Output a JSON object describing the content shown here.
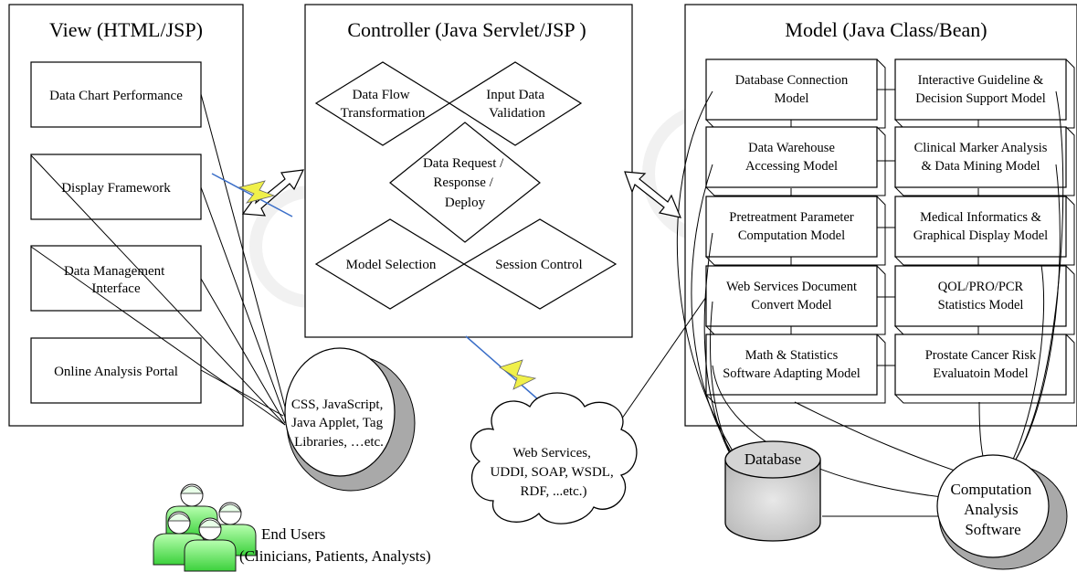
{
  "view_panel": {
    "title": "View (HTML/JSP)",
    "items": [
      {
        "label_lines": [
          "Data Chart Performance"
        ]
      },
      {
        "label_lines": [
          "Display Framework"
        ]
      },
      {
        "label_lines": [
          "Data Management",
          "Interface"
        ]
      },
      {
        "label_lines": [
          "Online Analysis Portal"
        ]
      }
    ]
  },
  "controller_panel": {
    "title": "Controller (Java Servlet/JSP )",
    "items": [
      {
        "label_lines": [
          "Data Flow",
          "Transformation"
        ]
      },
      {
        "label_lines": [
          "Input Data",
          "Validation"
        ]
      },
      {
        "label_lines": [
          "Data Request /",
          "Response /",
          "Deploy"
        ]
      },
      {
        "label_lines": [
          "Model Selection"
        ]
      },
      {
        "label_lines": [
          "Session Control"
        ]
      }
    ]
  },
  "model_panel": {
    "title": "Model (Java Class/Bean)",
    "items": [
      {
        "label_lines": [
          "Database Connection",
          "Model"
        ]
      },
      {
        "label_lines": [
          "Interactive Guideline &",
          "Decision Support Model"
        ]
      },
      {
        "label_lines": [
          "Data Warehouse",
          "Accessing Model"
        ]
      },
      {
        "label_lines": [
          "Clinical Marker Analysis",
          "& Data Mining Model"
        ]
      },
      {
        "label_lines": [
          "Pretreatment Parameter",
          "Computation Model"
        ]
      },
      {
        "label_lines": [
          "Medical Informatics &",
          "Graphical Display Model"
        ]
      },
      {
        "label_lines": [
          "Web Services Document",
          "Convert Model"
        ]
      },
      {
        "label_lines": [
          "QOL/PRO/PCR",
          "Statistics  Model"
        ]
      },
      {
        "label_lines": [
          "Math & Statistics",
          "Software Adapting Model"
        ]
      },
      {
        "label_lines": [
          "Prostate Cancer Risk",
          "Evaluatoin Model"
        ]
      }
    ]
  },
  "technologies": {
    "label_lines": [
      "CSS, JavaScript,",
      "Java Applet, Tag",
      "Libraries, …etc."
    ]
  },
  "web_services": {
    "label_lines": [
      "Web Services,",
      "UDDI, SOAP, WSDL,",
      "RDF, ...etc.)"
    ]
  },
  "database": {
    "label": "Database"
  },
  "computation_software": {
    "label_lines": [
      "Computation",
      "Analysis",
      "Software"
    ]
  },
  "end_users": {
    "label_lines": [
      "End Users",
      "(Clinicians, Patients, Analysts)"
    ],
    "icon": "people-group-icon",
    "icon_color": "#66ee66"
  },
  "colors": {
    "lightning_fill": "#f0f04a",
    "lightning_line": "#3a6ec8",
    "cylinder_fill": "#c0c0c0"
  }
}
